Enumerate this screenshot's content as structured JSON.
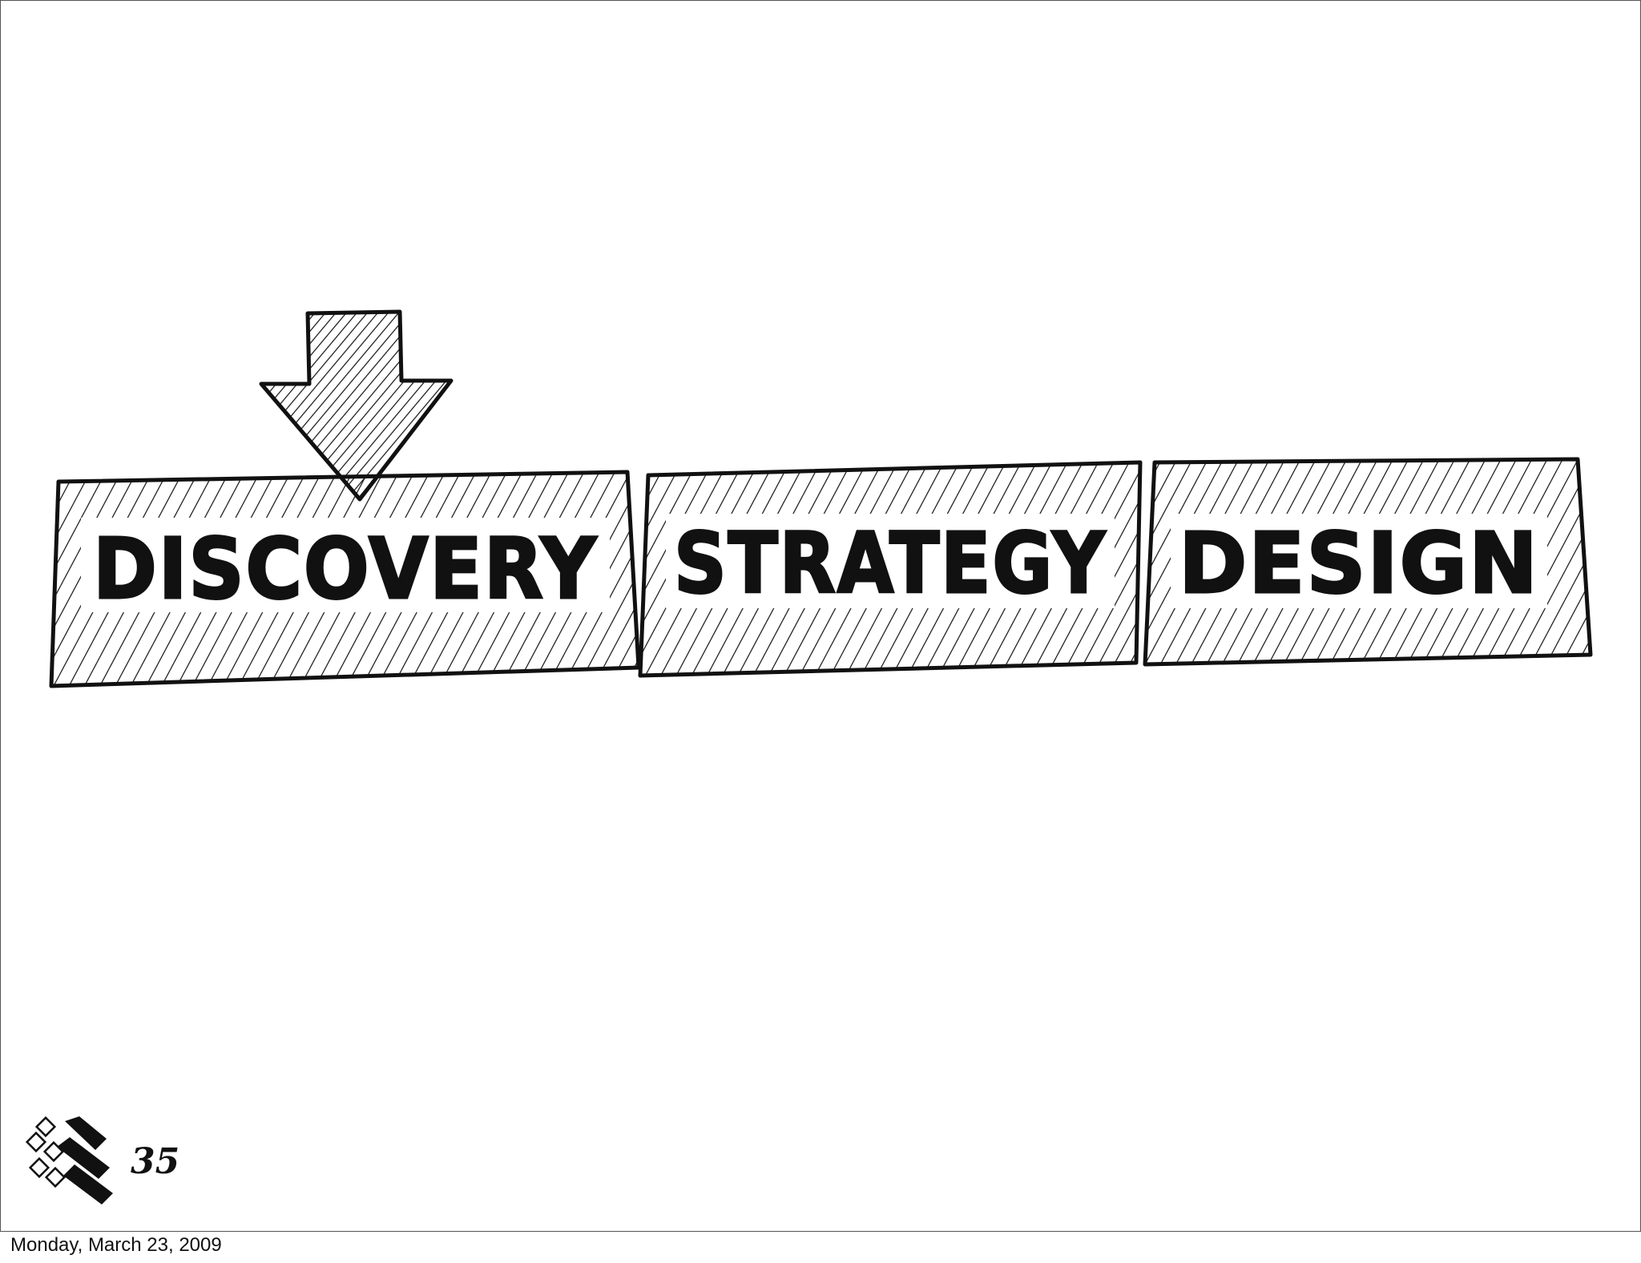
{
  "stages": [
    {
      "id": "discovery",
      "label": "DISCOVERY",
      "highlighted": true
    },
    {
      "id": "strategy",
      "label": "STRATEGY",
      "highlighted": false
    },
    {
      "id": "design",
      "label": "DESIGN",
      "highlighted": false
    }
  ],
  "page_number": "35",
  "footer": {
    "date": "Monday, March 23, 2009"
  },
  "colors": {
    "ink": "#111111",
    "background": "#ffffff"
  },
  "icons": {
    "indicator": "down-arrow-icon",
    "logo": "tiles-logo-icon"
  }
}
